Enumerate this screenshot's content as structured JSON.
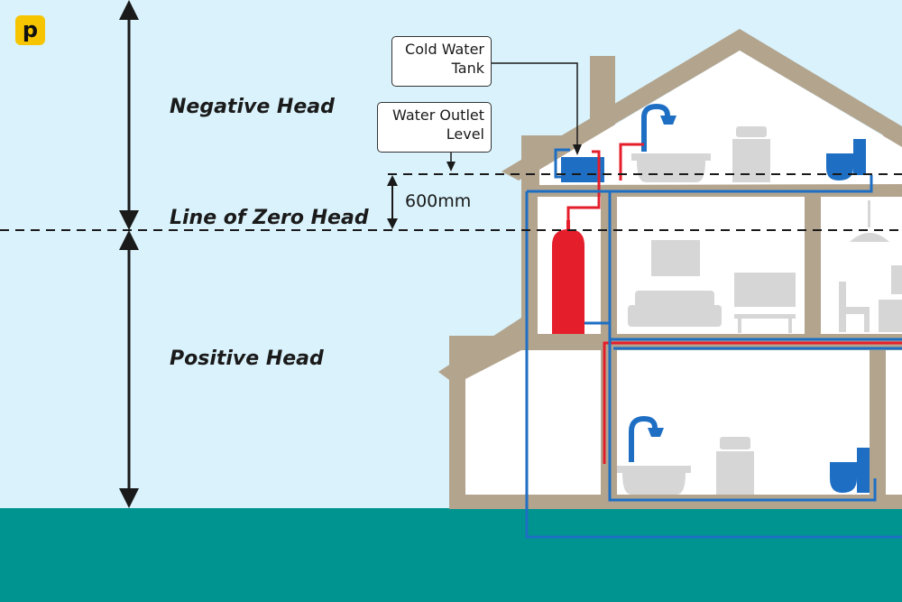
{
  "logo": {
    "letter": "p",
    "color": "#f6c500"
  },
  "labels": {
    "negative_head": "Negative Head",
    "zero_head": "Line of Zero Head",
    "positive_head": "Positive Head"
  },
  "callouts": {
    "cold_water_tank": [
      "Cold Water",
      "Tank"
    ],
    "water_outlet_level": [
      "Water Outlet",
      "Level"
    ]
  },
  "dimension": {
    "value": "600mm"
  },
  "colors": {
    "sky": "#d9f2fb",
    "ground": "#009490",
    "house": "#b3a48e",
    "interior": "#ffffff",
    "cold_pipe": "#1e6fc4",
    "hot_pipe": "#e41e2b",
    "fixtures": "#d6d6d6"
  },
  "icons": [
    "shower-icon",
    "bathtub-icon",
    "toilet-icon",
    "washing-machine-icon",
    "water-heater-icon",
    "sofa-icon",
    "tv-icon",
    "chair-icon",
    "lamp-icon",
    "picture-frame-icon"
  ]
}
